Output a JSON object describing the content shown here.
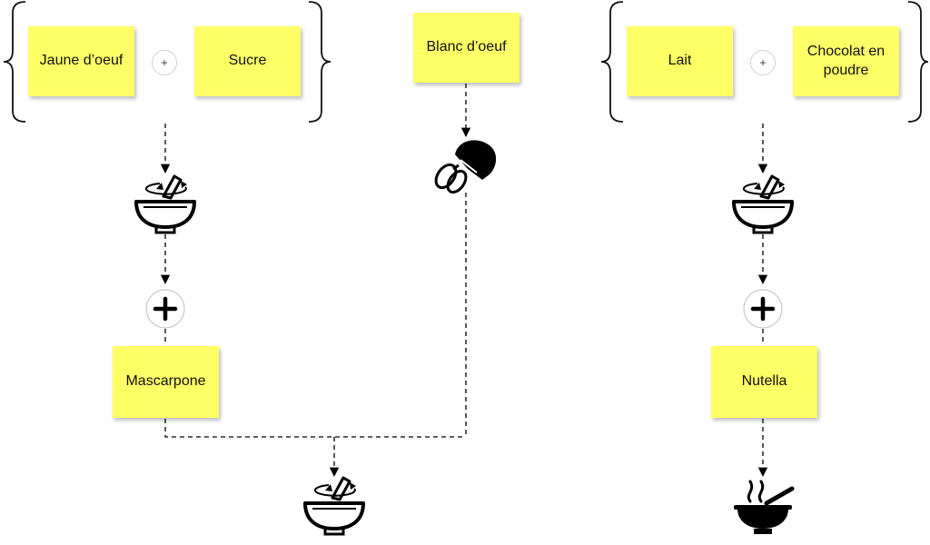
{
  "colors": {
    "note": "#ffff66",
    "line": "#000000"
  },
  "ingredients": {
    "egg_yolk": "Jaune d’oeuf",
    "sugar": "Sucre",
    "egg_white": "Blanc d’oeuf",
    "milk": "Lait",
    "cocoa": "Chocolat en poudre",
    "mascarpone": "Mascarpone",
    "nutella": "Nutella"
  },
  "operators": {
    "plus": "+"
  },
  "icons": {
    "mix_left": "mixing-bowl-icon",
    "whisk": "hand-mixer-icon",
    "mix_right": "mixing-bowl-icon",
    "add_left": "plus-circle-icon",
    "add_right": "plus-circle-icon",
    "final_mix": "mixing-bowl-icon",
    "serve": "hot-bowl-icon"
  }
}
